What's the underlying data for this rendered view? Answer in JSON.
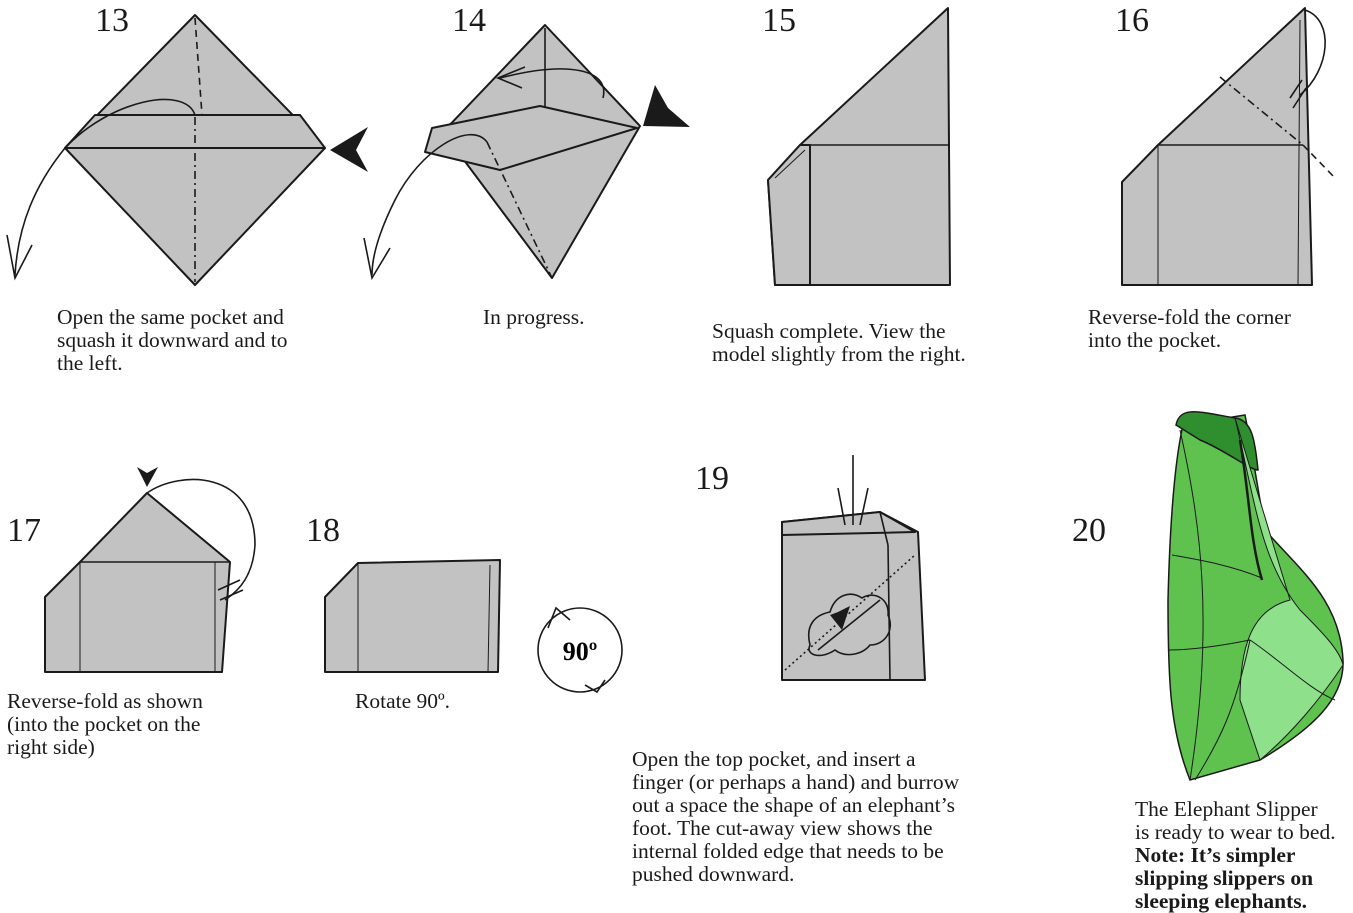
{
  "steps": [
    {
      "number": "13",
      "caption": [
        "Open the same pocket and",
        "squash it downward and to",
        "the left."
      ]
    },
    {
      "number": "14",
      "caption": [
        "In progress."
      ]
    },
    {
      "number": "15",
      "caption": [
        "Squash complete.  View the",
        "model slightly from the right."
      ]
    },
    {
      "number": "16",
      "caption": [
        "Reverse-fold the corner",
        "into the pocket."
      ]
    },
    {
      "number": "17",
      "caption": [
        "Reverse-fold as shown",
        "(into the pocket on the",
        "right side)"
      ]
    },
    {
      "number": "18",
      "caption": [
        "Rotate 90º."
      ],
      "rotate_label": "90º"
    },
    {
      "number": "19",
      "caption": [
        "Open the top pocket, and insert a",
        "finger (or perhaps a hand) and burrow",
        "out a space the shape of an elephant’s",
        "foot.  The cut-away view shows the",
        "internal folded edge that needs to be",
        "pushed downward."
      ]
    },
    {
      "number": "20",
      "caption": [
        "The Elephant Slipper",
        "is ready to wear to bed."
      ],
      "note": [
        "Note: It’s simpler",
        "slipping slippers on",
        "sleeping elephants."
      ]
    }
  ],
  "colors": {
    "paper": "#c2c2c2",
    "ink": "#1a1a1a",
    "slipper_dark": "#2f8f2f",
    "slipper_light": "#8fe08a"
  }
}
